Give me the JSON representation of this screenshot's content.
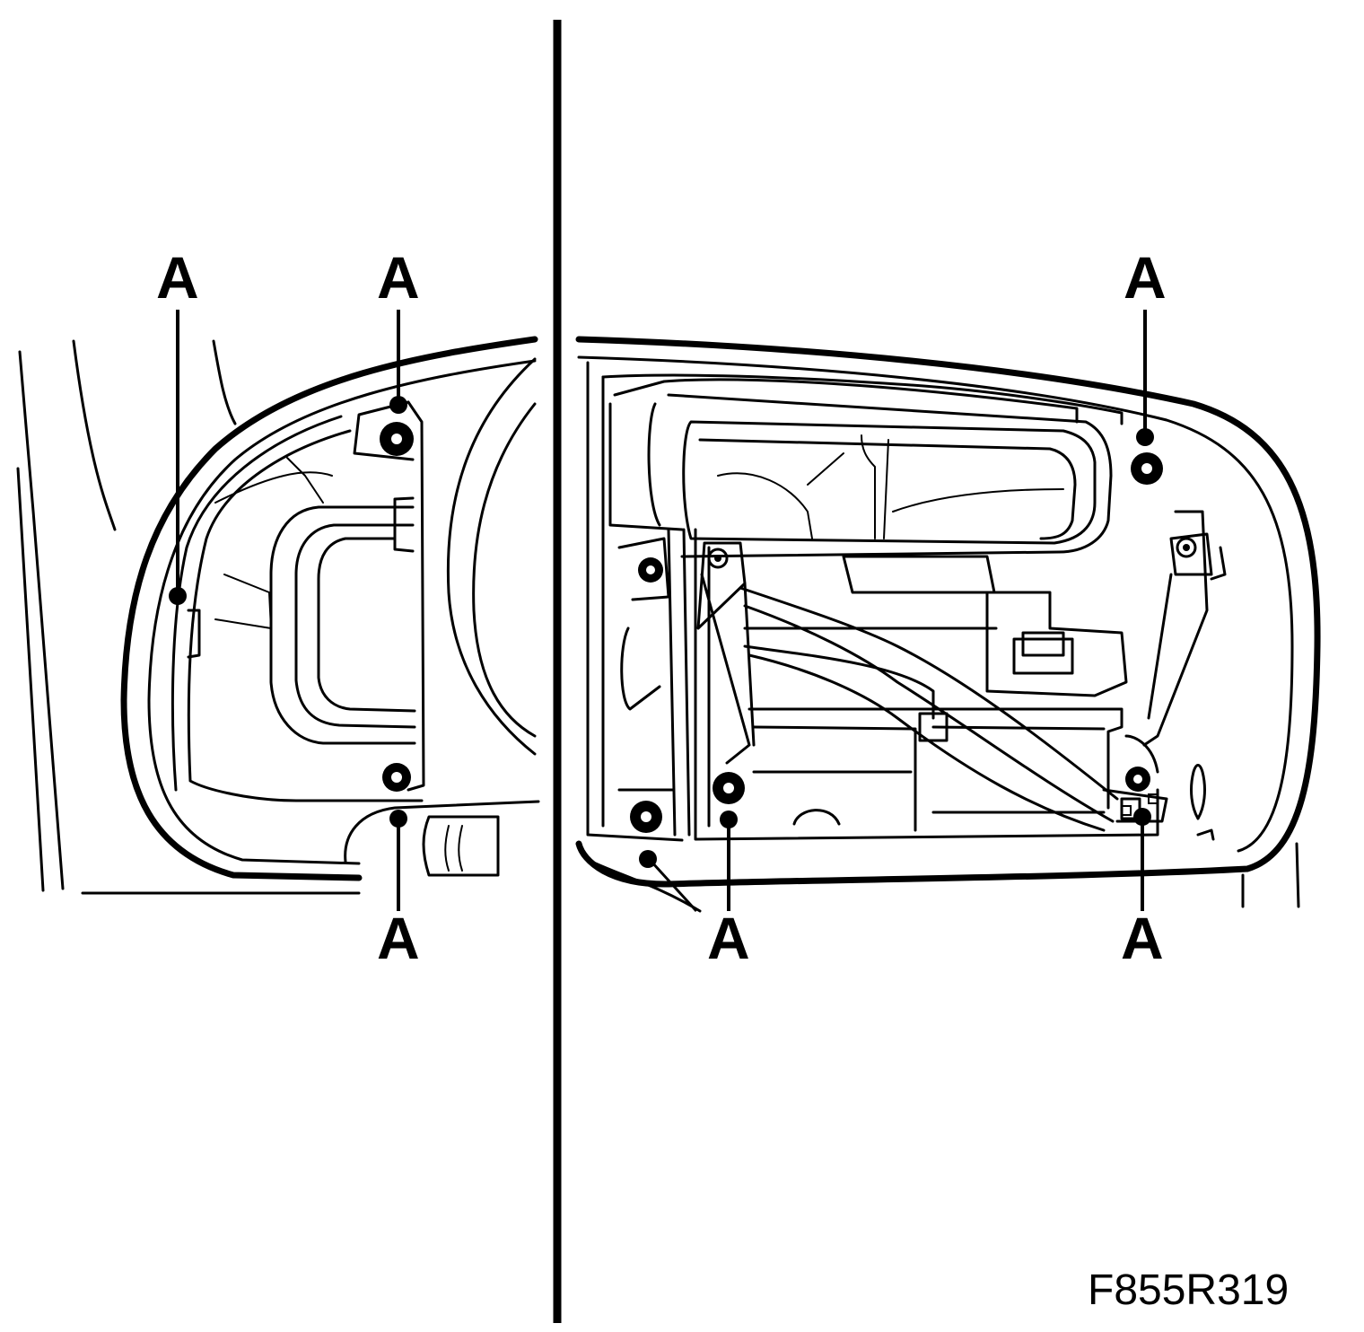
{
  "callouts": {
    "left_top_a": "A",
    "left_side_a": "A",
    "left_bottom_a": "A",
    "right_top_a": "A",
    "right_bottom_left_a": "A",
    "right_bottom_right_a": "A"
  },
  "figure_code": "F855R319",
  "colors": {
    "ink": "#000000",
    "paper": "#ffffff"
  }
}
